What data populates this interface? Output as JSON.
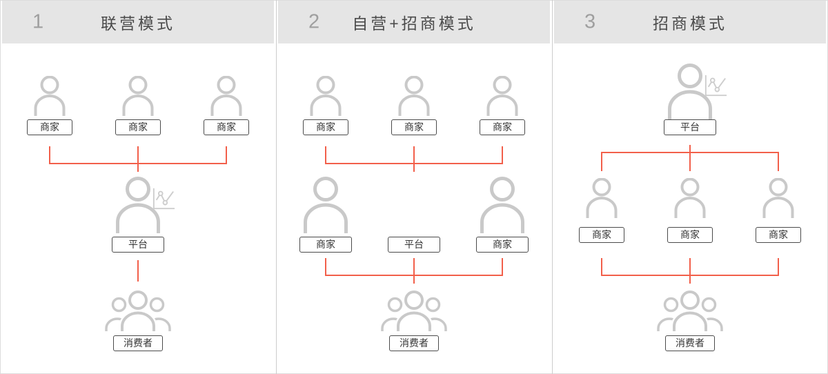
{
  "diagram": {
    "columns": [
      {
        "number": "1",
        "title": "联营模式",
        "top": {
          "labels": [
            "商家",
            "商家",
            "商家"
          ]
        },
        "middle": {
          "labels": [
            "平台"
          ]
        },
        "bottom": {
          "label": "消费者"
        }
      },
      {
        "number": "2",
        "title": "自营+招商模式",
        "top": {
          "labels": [
            "商家",
            "商家",
            "商家"
          ]
        },
        "middle": {
          "labels": [
            "商家",
            "平台",
            "商家"
          ]
        },
        "bottom": {
          "label": "消费者"
        }
      },
      {
        "number": "3",
        "title": "招商模式",
        "top": {
          "labels": [
            "平台"
          ]
        },
        "middle": {
          "labels": [
            "商家",
            "商家",
            "商家"
          ]
        },
        "bottom": {
          "label": "消费者"
        }
      }
    ],
    "colors": {
      "connector_red": "#f25f4a",
      "icon_gray": "#c9c9c9",
      "header_bg": "#e5e5e5",
      "header_number": "#9f9f9f",
      "header_title": "#4b4b4b",
      "label_border": "#4a4a4a",
      "label_text": "#333333",
      "divider": "#cccccc"
    }
  }
}
